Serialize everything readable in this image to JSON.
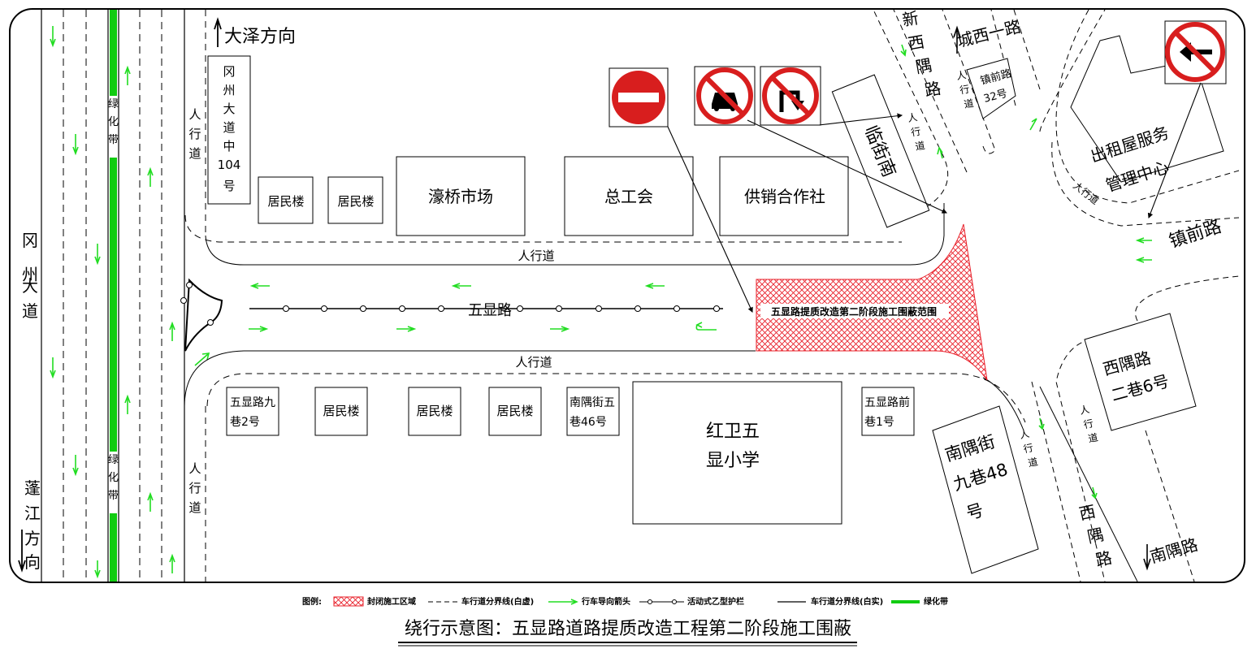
{
  "roads": {
    "gangzhou": "冈州大道",
    "wuxian": "五显路",
    "xinxiyu": "新西隅路",
    "chengxi1": "城西一路",
    "zhenqian": "镇前路",
    "xiyu": "西隅路",
    "nanyu": "南隅路",
    "linjienan": "临街南"
  },
  "directions": {
    "daze": "大泽方向",
    "pengjiang": "蓬江方向"
  },
  "labels": {
    "sidewalk": "人行道",
    "greenbelt": "绿化带",
    "work_zone": "五显路提质改造第二阶段施工围蔽范围"
  },
  "buildings": {
    "gangzhou104": "冈州大道中104号",
    "resident": "居民楼",
    "haoqiao_market": "濠桥市场",
    "trade_union": "总工会",
    "supply_coop": "供销合作社",
    "zhenqian32": "镇前路32号",
    "rental_center_line1": "出租屋服务",
    "rental_center_line2": "管理中心",
    "wx9_2_line1": "五显路九",
    "wx9_2_line2": "巷2号",
    "nanyu5_46_line1": "南隅街五",
    "nanyu5_46_line2": "巷46号",
    "school_line1": "红卫五",
    "school_line2": "显小学",
    "wxq1_line1": "五显路前",
    "wxq1_line2": "巷1号",
    "nanyu9_48_line1": "南隅街",
    "nanyu9_48_line2": "九巷48",
    "nanyu9_48_line3": "号",
    "xiyu2_6_line1": "西隅路",
    "xiyu2_6_line2": "二巷6号"
  },
  "signs": [
    "no-entry-sign",
    "no-motor-vehicles-sign",
    "no-right-turn-sign",
    "no-left-turn-sign"
  ],
  "legend": {
    "title": "图例:",
    "items": [
      "封闭施工区域",
      "车行道分界线(白虚)",
      "行车导向箭头",
      "活动式乙型护栏",
      "车行道分界线(白实)",
      "绿化带"
    ]
  },
  "title": "绕行示意图：五显路道路提质改造工程第二阶段施工围蔽",
  "colors": {
    "work_zone": "#e8202a",
    "arrow": "#22dd22",
    "greenbelt": "#11cc11",
    "sign_red": "#d81e1e"
  }
}
